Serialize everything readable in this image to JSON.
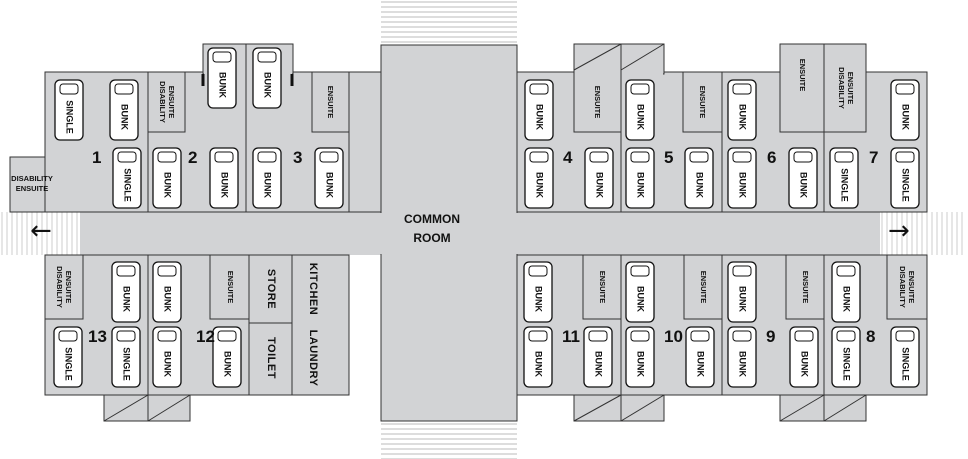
{
  "common_room": {
    "line1": "COMMON",
    "line2": "ROOM"
  },
  "labels": {
    "bunk": "BUNK",
    "single": "SINGLE",
    "ensuite": "ENSUITE",
    "disability_ensuite_l1": "DISABILITY",
    "disability_ensuite_l2": "ENSUITE",
    "store": "STORE",
    "kitchen": "KITCHEN",
    "toilet": "TOILET",
    "laundry": "LAUNDRY"
  },
  "room_numbers": [
    "1",
    "2",
    "3",
    "4",
    "5",
    "6",
    "7",
    "8",
    "9",
    "10",
    "11",
    "12",
    "13"
  ],
  "exits": {
    "left_arrow": "←",
    "right_arrow": "→"
  },
  "colors": {
    "floor": "#d2d3d5",
    "wall": "#333333",
    "bed": "#ffffff"
  }
}
